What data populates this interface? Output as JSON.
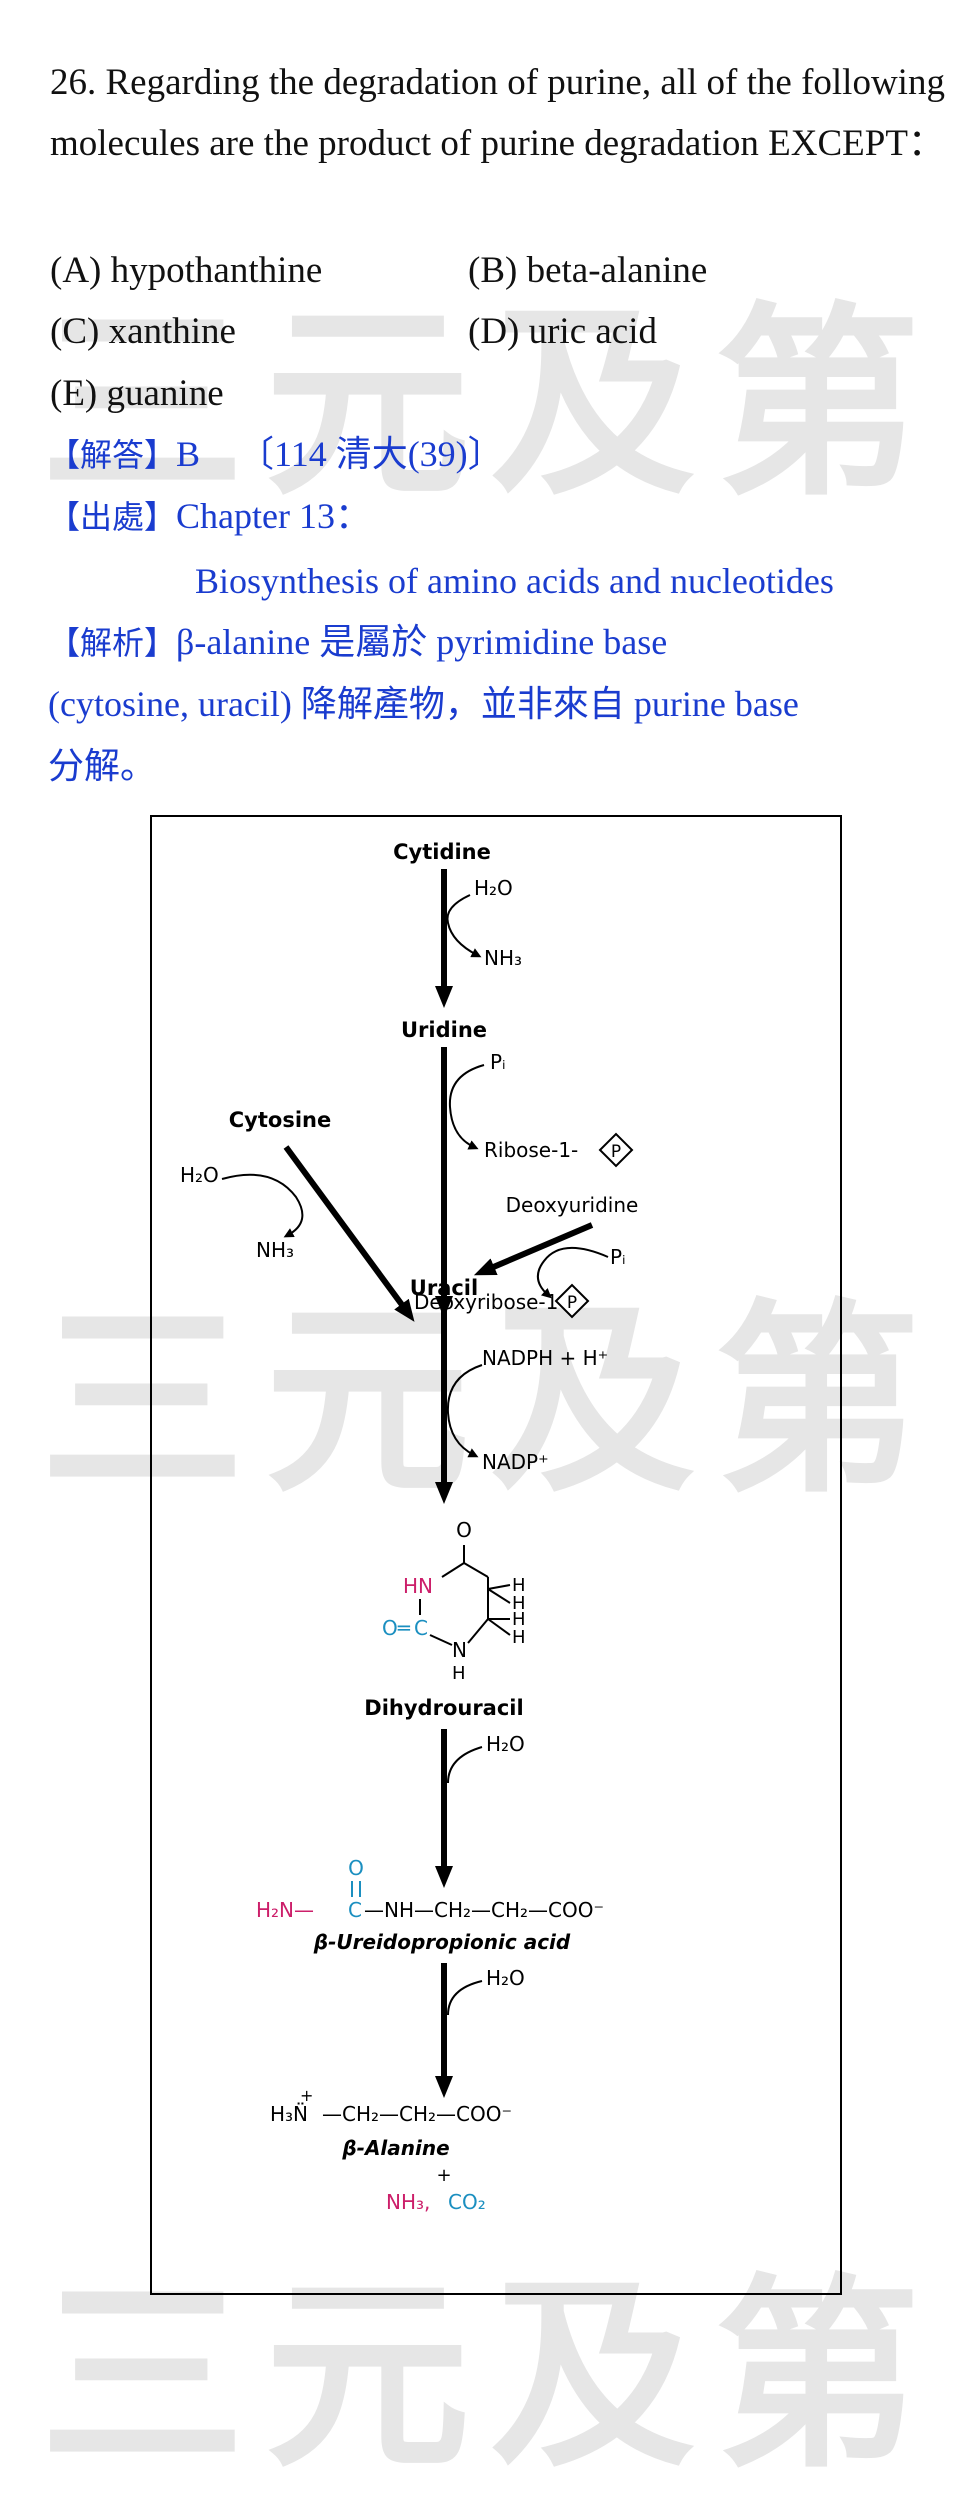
{
  "watermark": {
    "text": "三元及第"
  },
  "question": {
    "text": "26. Regarding the degradation of purine, all of the following molecules are the product of purine degradation EXCEPT：",
    "options": [
      {
        "label": "(A) hypothanthine"
      },
      {
        "label": "(B) beta-alanine"
      },
      {
        "label": "(C) xanthine"
      },
      {
        "label": "(D) uric acid"
      },
      {
        "label": "(E) guanine"
      }
    ]
  },
  "answer": {
    "tag": "【解答】",
    "value": "B",
    "source": "〔114 清大(39)〕"
  },
  "origin": {
    "tag": "【出處】",
    "chapter": "Chapter 13：",
    "topic": "Biosynthesis of amino acids and nucleotides"
  },
  "analysis": {
    "tag": "【解析】",
    "line1": "β-alanine 是屬於 pyrimidine base",
    "line2": "(cytosine, uracil) 降解產物，並非來自 purine base",
    "line3": "分解。"
  },
  "figure": {
    "cytidine": "Cytidine",
    "uridine": "Uridine",
    "cytosine": "Cytosine",
    "uracil": "Uracil",
    "deoxyuridine": "Deoxyuridine",
    "water": "H₂O",
    "ammonia": "NH₃",
    "pi": "Pᵢ",
    "ribose1p": "Ribose-1-",
    "deoxyribose1p": "Deoxyribose-1-",
    "phosphate_symbol": "P",
    "nadph": "NADPH + H⁺",
    "nadp": "NADP⁺",
    "dihydrouracil": "Dihydrouracil",
    "ureidopropionic": "β-Ureidopropionic acid",
    "alanine": "β-Alanine",
    "plus": "+",
    "ring_o": "O",
    "ring_hn": "HN",
    "ring_c": "C",
    "ring_oeq": "O═",
    "ring_n": "N",
    "ring_h": "H",
    "urei_h2n": "H₂N—",
    "urei_c": "C",
    "urei_rest": "—NH—CH₂—CH₂—COO⁻",
    "urei_o": "O",
    "ala_h3n": "H₃N̈",
    "ala_plus": "+",
    "ala_rest": "—CH₂—CH₂—COO⁻",
    "final_nh3": "NH₃,",
    "final_co2": "CO₂",
    "colors": {
      "magenta": "#cc1f6a",
      "cyan": "#1b8fc0"
    }
  }
}
